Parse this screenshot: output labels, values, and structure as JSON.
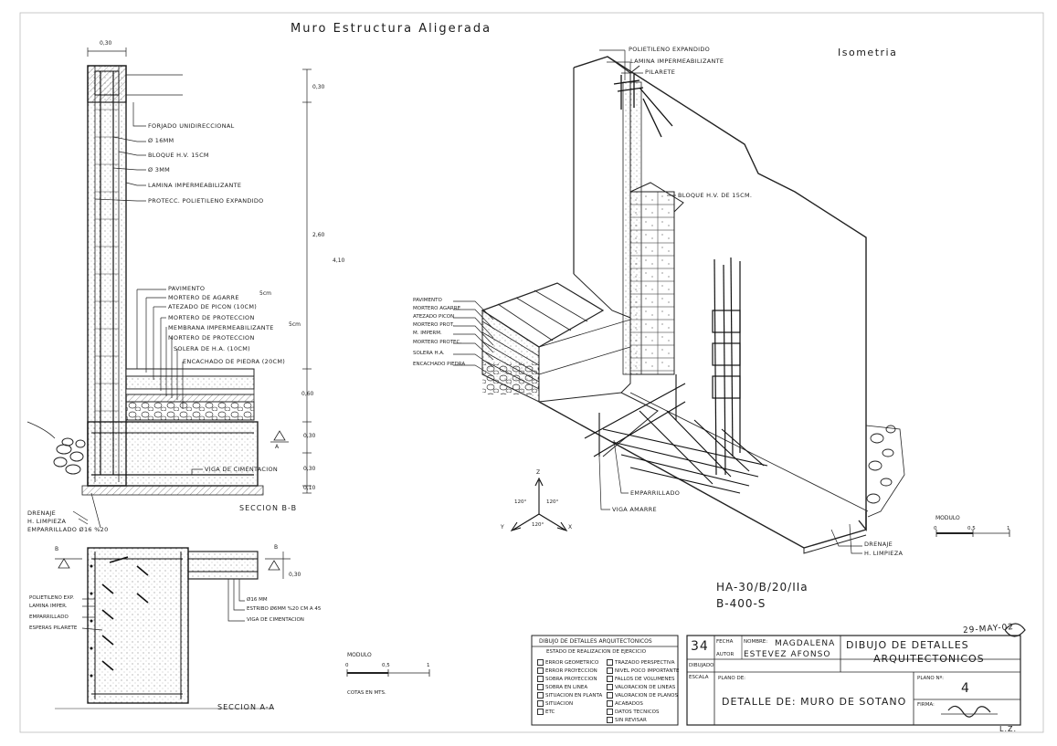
{
  "title": "Muro Estructura Aligerada",
  "isometry_title": "Isometria",
  "section_bb": {
    "title": "Seccion B-B",
    "width_dim": "0,30",
    "labels": [
      "Forjado unidireccional",
      "Ø 16mm",
      "Bloque H.V. 15cm",
      "Ø 3mm",
      "Lamina impermeabilizante",
      "Protecc. polietileno expandido",
      "Pavimento",
      "Mortero de agarre",
      "Atezado de picon (10cm)",
      "Mortero de proteccion",
      "Membrana impermeabilizante",
      "Mortero de proteccion",
      "Solera de H.A. (10cm)",
      "Encachado de piedra (20cm)"
    ],
    "brace_5cm_a": "5cm",
    "brace_5cm_b": "5cm",
    "dims": [
      "0,30",
      "2,60",
      "4,10",
      "0,60",
      "0,30",
      "0,30",
      "0,10"
    ],
    "foundation_label": "Viga de cimentacion",
    "bottom_labels": [
      "Drenaje",
      "H. limpieza",
      "Emparrillado Ø16 %20"
    ],
    "cut_marker": "A"
  },
  "section_aa": {
    "title": "Seccion A-A",
    "labels_left": [
      "Polietileno exp.",
      "Lamina imper.",
      "Emparrillado",
      "Esperas pilarete"
    ],
    "labels_right": [
      "Ø16 mm",
      "Estribo Ø6mm %20 cm a 45",
      "Viga de cimentacion"
    ],
    "dim": "0,30",
    "marker": "B"
  },
  "scale_left": {
    "label": "Modulo",
    "ticks": [
      "0",
      "0,5",
      "1"
    ],
    "note": "Cotas en mts."
  },
  "isometry": {
    "top_labels": [
      "Polietileno expandido",
      "Lamina impermeabilizante",
      "Pilarete"
    ],
    "block_label": "Bloque H.V. de 15cm.",
    "left_labels": [
      "Pavimento",
      "Mortero agarre",
      "Atezado picon",
      "Mortero prot.",
      "M. imperm.",
      "Mortero protec.",
      "Solera H.A.",
      "Encachado piedra"
    ],
    "bottom_labels": [
      "Emparrillado",
      "Viga amarre"
    ],
    "right_labels": [
      "Drenaje",
      "H. limpieza"
    ],
    "axes": {
      "z": "Z",
      "x": "X",
      "y": "Y",
      "a1": "120°",
      "a2": "120°",
      "a3": "120°"
    }
  },
  "scale_right": {
    "label": "Modulo",
    "ticks": [
      "0",
      "0,5",
      "1"
    ]
  },
  "specs": [
    "HA-30/B/20/IIa",
    "B-400-S"
  ],
  "checklist": {
    "header": "Dibujo de detalles arquitectonicos",
    "subheader": "Estado de realizacion de ejercicio",
    "items_left": [
      "Error geometrico",
      "Error proyeccion",
      "Sobra proyeccion",
      "Sobra en linea",
      "Situacion en planta",
      "Situacion",
      "Etc"
    ],
    "items_right": [
      "Trazado perspectiva",
      "Nivel poco importante",
      "Fallos de volumenes",
      "Valoracion de lineas",
      "Valoracion de planos",
      "Acabados",
      "Datos tecnicos",
      "Sin revisar"
    ]
  },
  "title_block": {
    "number": "34",
    "fecha_label": "Fecha",
    "autor_label": "Autor",
    "nombre_label": "Nombre:",
    "name_line1": "Magdalena",
    "name_line2": "Estevez Afonso",
    "dibujado_label": "Dibujado",
    "escala_label": "Escala",
    "plano_de_label": "Plano de:",
    "subject1": "Dibujo de detalles",
    "subject2": "Arquitectonicos",
    "plano_no_label": "Plano Nº:",
    "plano_no": "4",
    "detail": "Detalle de: Muro de sotano",
    "firma_label": "Firma:",
    "initials": "L.Z.",
    "date_handwritten": "29-MAY-02"
  },
  "colors": {
    "ink": "#1c1c1c",
    "paper": "#ffffff",
    "concrete": "#9a9a9a"
  }
}
